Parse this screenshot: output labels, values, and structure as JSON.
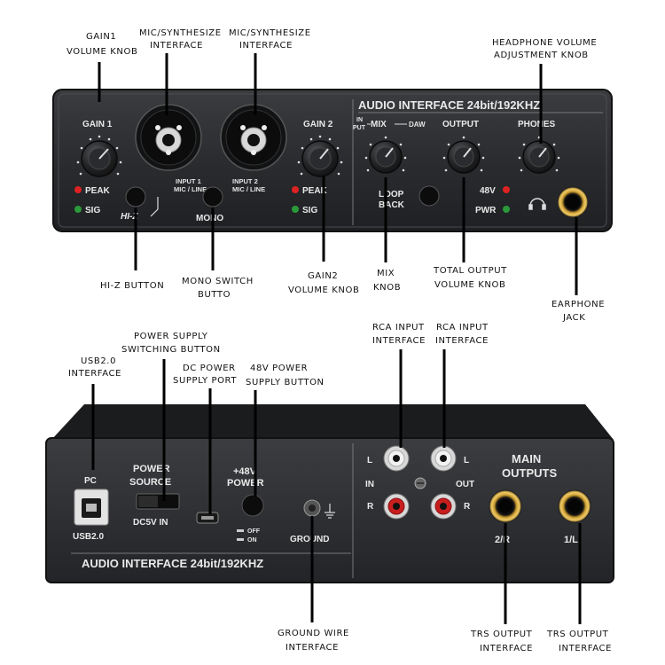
{
  "front_panel": {
    "title": "AUDIO INTERFACE  24bit/192KHZ",
    "gain1": "GAIN 1",
    "gain2": "GAIN 2",
    "peak": "PEAK",
    "sig": "SIG",
    "input1_line1": "INPUT 1",
    "input1_line2": "MIC / LINE",
    "input2_line1": "INPUT 2",
    "input2_line2": "MIC / LINE",
    "hiz": "HI-Z",
    "mono": "MONO",
    "mix_in": "IN",
    "mix_put": "PUT",
    "mix": "MIX",
    "mix_daw": "DAW",
    "output": "OUTPUT",
    "phones": "PHONES",
    "loop": "LOOP",
    "back": "BACK",
    "v48": "48V",
    "pwr": "PWR",
    "headphone_symbol": "headphone-icon"
  },
  "back_panel": {
    "title": "AUDIO INTERFACE  24bit/192KHZ",
    "pc": "PC",
    "usb": "USB2.0",
    "power": "POWER",
    "source": "SOURCE",
    "dc5v": "DC5V IN",
    "plus48": "+48V",
    "power2": "POWER",
    "off": "OFF",
    "on": "ON",
    "ground": "GROUND",
    "L": "L",
    "R": "R",
    "in": "IN",
    "out": "OUT",
    "main": "MAIN",
    "outputs": "OUTPUTS",
    "ch2": "2/R",
    "ch1": "1/L"
  },
  "callouts": {
    "gain1_line1": "GAIN1",
    "gain1_line2": "VOLUME KNOB",
    "mic1_line1": "MIC/SYNTHESIZE",
    "mic1_line2": "INTERFACE",
    "mic2_line1": "MIC/SYNTHESIZE",
    "mic2_line2": "INTERFACE",
    "hp_line1": "HEADPHONE VOLUME",
    "hp_line2": "ADJUSTMENT KNOB",
    "hiz_button": "HI-Z BUTTON",
    "mono_line1": "MONO SWITCH",
    "mono_line2": "BUTTO",
    "gain2_line1": "GAIN2",
    "gain2_line2": "VOLUME KNOB",
    "mix_line1": "MIX",
    "mix_line2": "KNOB",
    "total_line1": "TOTAL OUTPUT",
    "total_line2": "VOLUME KNOB",
    "earphone_line1": "EARPHONE",
    "earphone_line2": "JACK",
    "pss_line1": "POWER SUPPLY",
    "pss_line2": "SWITCHING BUTTON",
    "usb_line1": "USB2.0",
    "usb_line2": "INTERFACE",
    "dc_line1": "DC POWER",
    "dc_line2": "SUPPLY PORT",
    "p48_line1": "48V POWER",
    "p48_line2": "SUPPLY BUTTON",
    "rca1_line1": "RCA INPUT",
    "rca1_line2": "INTERFACE",
    "rca2_line1": "RCA INPUT",
    "rca2_line2": "INTERFACE",
    "gnd_line1": "GROUND WIRE",
    "gnd_line2": "INTERFACE",
    "trs1_line1": "TRS OUTPUT",
    "trs1_line2": "INTERFACE",
    "trs2_line1": "TRS OUTPUT",
    "trs2_line2": "INTERFACE"
  }
}
